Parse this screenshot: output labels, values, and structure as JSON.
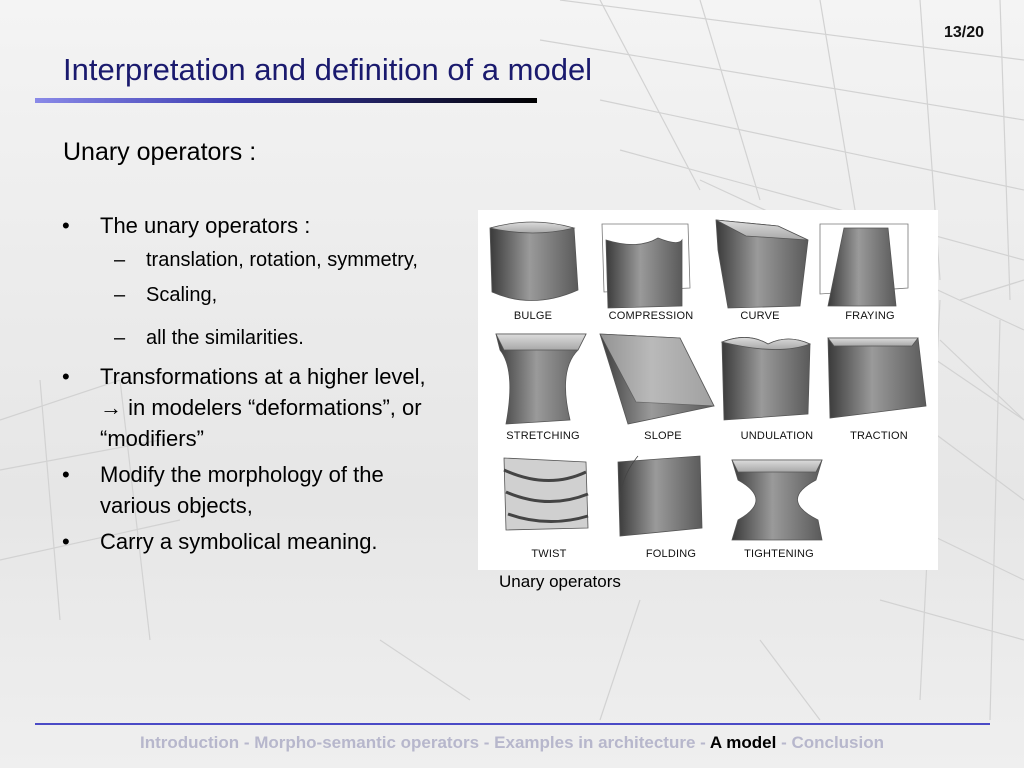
{
  "page": {
    "number": "13/20"
  },
  "title": "Interpretation and definition of a model",
  "subtitle": "Unary operators :",
  "bullets": [
    {
      "text": "The unary operators :",
      "subitems": [
        "translation, rotation, symmetry,",
        "Scaling,",
        "all the similarities."
      ]
    },
    {
      "text": "Transformations at a higher level, → in modelers “deformations”, or “modifiers”",
      "subitems": []
    },
    {
      "text": "Modify the morphology of the various objects,",
      "subitems": []
    },
    {
      "text": "Carry a symbolical meaning.",
      "subitems": []
    }
  ],
  "bullet_glyph": "•",
  "dash_glyph": "–",
  "figure": {
    "caption": "Unary operators",
    "operators": [
      "BULGE",
      "COMPRESSION",
      "CURVE",
      "FRAYING",
      "STRETCHING",
      "SLOPE",
      "UNDULATION",
      "TRACTION",
      "TWIST",
      "FOLDING",
      "TIGHTENING"
    ]
  },
  "footer": {
    "items": [
      {
        "label": "Introduction",
        "current": false
      },
      {
        "label": "Morpho-semantic operators",
        "current": false
      },
      {
        "label": "Examples in architecture",
        "current": false
      },
      {
        "label": "A model",
        "current": true
      },
      {
        "label": "Conclusion",
        "current": false
      }
    ],
    "separator": " - "
  },
  "colors": {
    "title": "#1a1a6e",
    "footer_inactive": "#b7b7cc",
    "footer_active": "#000000",
    "rule": "#4b4bc6"
  }
}
